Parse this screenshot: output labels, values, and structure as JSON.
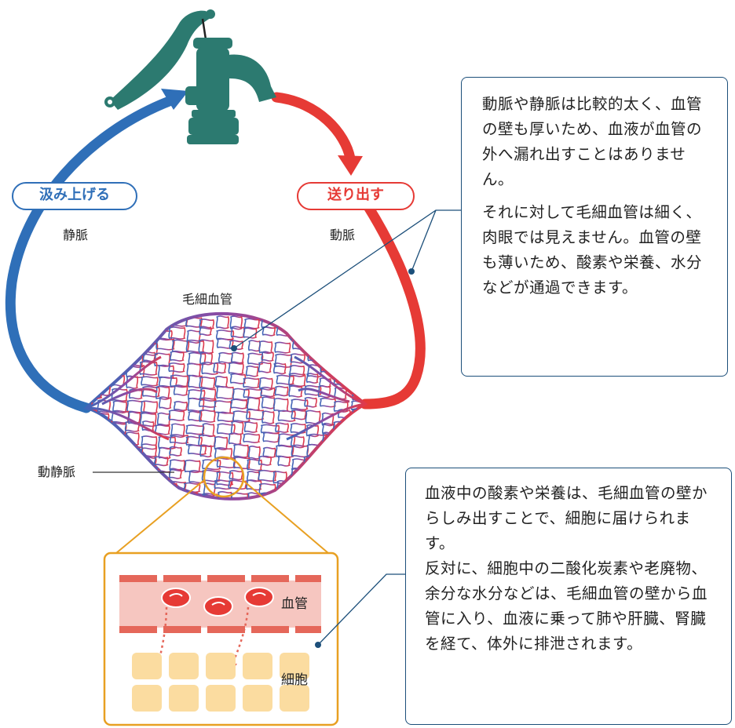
{
  "labels": {
    "pump_up": "汲み上げる",
    "send_out": "送り出す",
    "vein": "静脈",
    "artery": "動脈",
    "capillary": "毛細血管",
    "arteriovenous": "動静脈",
    "vessel": "血管",
    "cell": "細胞"
  },
  "notes": {
    "vessel_walls": {
      "p1": "動脈や静脈は比較的太く、血管の壁も厚いため、血液が血管の外へ漏れ出すことはありません。",
      "p2": "それに対して毛細血管は細く、肉眼では見えません。血管の壁も薄いため、酸素や栄養、水分などが通過できます。"
    },
    "exchange": {
      "p1": "血液中の酸素や栄養は、毛細血管の壁からしみ出すことで、細胞に届けられます。",
      "p2": "反対に、細胞中の二酸化炭素や老廃物、余分な水分などは、毛細血管の壁から血管に入り、血液に乗って肺や肝臓、腎臓を経て、体外に排泄されます。"
    }
  },
  "colors": {
    "vein_blue": "#2f6fb8",
    "artery_red": "#e63a35",
    "capillary_purple": "#8e4aa3",
    "pump_teal": "#2c7a70",
    "callout_navy": "#1c4f7a",
    "zoom_orange": "#e8a022",
    "vessel_pink": "#f6c6c0",
    "cell_yellow": "#fbdca0"
  },
  "icons": {
    "pump": "hand-pump-icon"
  }
}
